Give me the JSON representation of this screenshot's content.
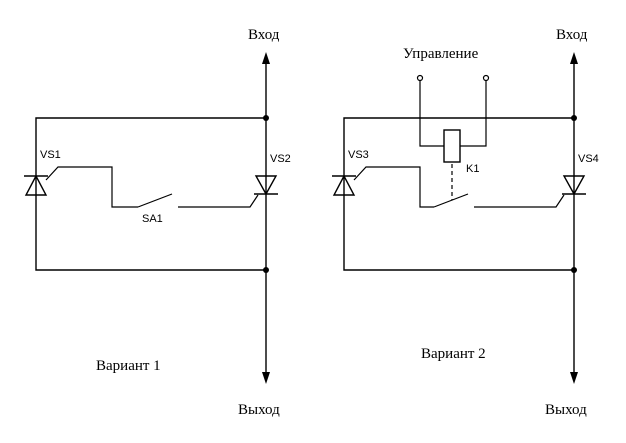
{
  "labels": {
    "input_left": "Вход",
    "output_left": "Выход",
    "input_right": "Вход",
    "output_right": "Выход",
    "control": "Управление",
    "variant1": "Вариант 1",
    "variant2": "Вариант 2",
    "vs1": "VS1",
    "vs2": "VS2",
    "vs3": "VS3",
    "vs4": "VS4",
    "sa1": "SA1",
    "k1": "K1"
  }
}
